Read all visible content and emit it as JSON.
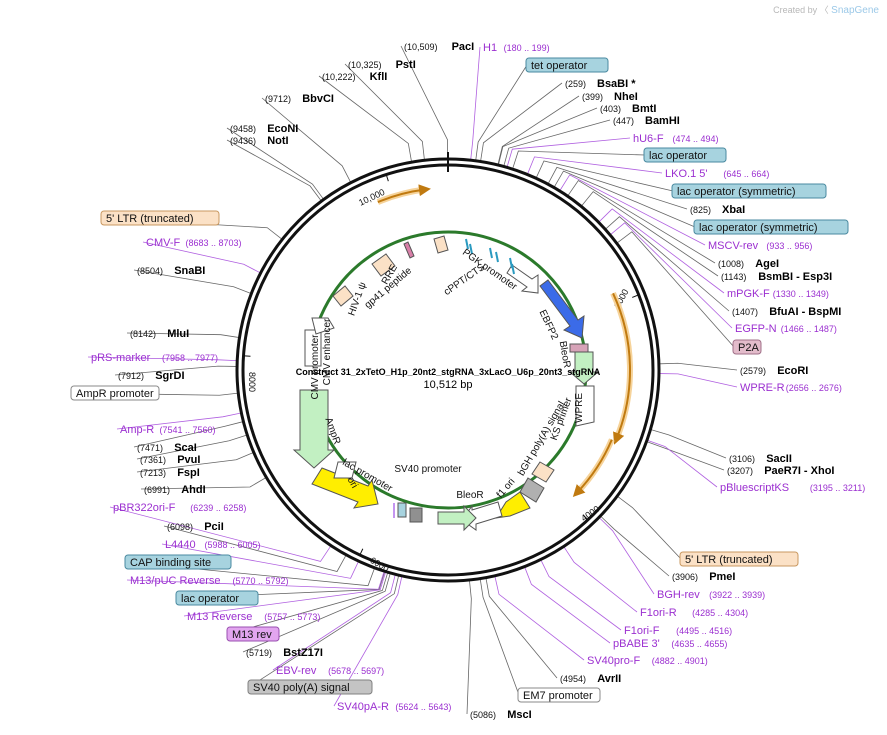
{
  "brand": {
    "created_by": "Created by",
    "app": "SnapGene"
  },
  "plasmid": {
    "name": "Construct 31_2xTetO_H1p_20nt2_stgRNA_3xLacO_U6p_20nt3_stgRNA",
    "length_label": "10,512 bp",
    "ticks": [
      "2000",
      "4000",
      "6000",
      "8000",
      "10,000"
    ]
  },
  "labels": [
    {
      "text": "PacI",
      "pos": "(10,509)",
      "kind": "enzyme"
    },
    {
      "text": "H1",
      "pos": "(180 .. 199)",
      "kind": "primer"
    },
    {
      "text": "tet operator",
      "pos": "",
      "kind": "box-blue"
    },
    {
      "text": "BsaBI  *",
      "pos": "(259)",
      "kind": "enzyme"
    },
    {
      "text": "NheI",
      "pos": "(399)",
      "kind": "enzyme"
    },
    {
      "text": "BmtI",
      "pos": "(403)",
      "kind": "enzyme"
    },
    {
      "text": "BamHI",
      "pos": "(447)",
      "kind": "enzyme"
    },
    {
      "text": "hU6-F",
      "pos": "(474 .. 494)",
      "kind": "primer"
    },
    {
      "text": "lac operator",
      "pos": "",
      "kind": "box-blue"
    },
    {
      "text": "LKO.1 5'",
      "pos": "(645 .. 664)",
      "kind": "primer"
    },
    {
      "text": "lac operator (symmetric)",
      "pos": "",
      "kind": "box-blue"
    },
    {
      "text": "XbaI",
      "pos": "(825)",
      "kind": "enzyme"
    },
    {
      "text": "lac operator (symmetric)",
      "pos": "",
      "kind": "box-blue"
    },
    {
      "text": "MSCV-rev",
      "pos": "(933 .. 956)",
      "kind": "primer"
    },
    {
      "text": "AgeI",
      "pos": "(1008)",
      "kind": "enzyme"
    },
    {
      "text": "BsmBI  - Esp3I",
      "pos": "(1143)",
      "kind": "enzyme"
    },
    {
      "text": "mPGK-F",
      "pos": "(1330 .. 1349)",
      "kind": "primer"
    },
    {
      "text": "BfuAI  - BspMI",
      "pos": "(1407)",
      "kind": "enzyme"
    },
    {
      "text": "EGFP-N",
      "pos": "(1466 .. 1487)",
      "kind": "primer"
    },
    {
      "text": "P2A",
      "pos": "",
      "kind": "box-pink"
    },
    {
      "text": "EcoRI",
      "pos": "(2579)",
      "kind": "enzyme"
    },
    {
      "text": "WPRE-R",
      "pos": "(2656 .. 2676)",
      "kind": "primer"
    },
    {
      "text": "SacII",
      "pos": "(3106)",
      "kind": "enzyme"
    },
    {
      "text": "PaeR7I  - XhoI",
      "pos": "(3207)",
      "kind": "enzyme"
    },
    {
      "text": "pBluescriptKS",
      "pos": "(3195 .. 3211)",
      "kind": "primer"
    },
    {
      "text": "5' LTR (truncated)",
      "pos": "",
      "kind": "box-orange"
    },
    {
      "text": "PmeI",
      "pos": "(3906)",
      "kind": "enzyme"
    },
    {
      "text": "BGH-rev",
      "pos": "(3922 .. 3939)",
      "kind": "primer"
    },
    {
      "text": "F1ori-R",
      "pos": "(4285 .. 4304)",
      "kind": "primer"
    },
    {
      "text": "F1ori-F",
      "pos": "(4495 .. 4516)",
      "kind": "primer"
    },
    {
      "text": "pBABE 3'",
      "pos": "(4635 .. 4655)",
      "kind": "primer"
    },
    {
      "text": "SV40pro-F",
      "pos": "(4882 .. 4901)",
      "kind": "primer"
    },
    {
      "text": "AvrII",
      "pos": "(4954)",
      "kind": "enzyme"
    },
    {
      "text": "EM7 promoter",
      "pos": "",
      "kind": "box-white"
    },
    {
      "text": "MscI",
      "pos": "(5086)",
      "kind": "enzyme"
    },
    {
      "text": "SV40pA-R",
      "pos": "(5624 .. 5643)",
      "kind": "primer"
    },
    {
      "text": "SV40 poly(A) signal",
      "pos": "",
      "kind": "box-gray"
    },
    {
      "text": "EBV-rev",
      "pos": "(5678 .. 5697)",
      "kind": "primer"
    },
    {
      "text": "BstZ17I",
      "pos": "(5719)",
      "kind": "enzyme"
    },
    {
      "text": "M13 rev",
      "pos": "",
      "kind": "box-violet"
    },
    {
      "text": "M13 Reverse",
      "pos": "(5757 .. 5773)",
      "kind": "primer"
    },
    {
      "text": "lac operator",
      "pos": "",
      "kind": "box-blue"
    },
    {
      "text": "M13/pUC Reverse",
      "pos": "(5770 .. 5792)",
      "kind": "primer"
    },
    {
      "text": "CAP binding site",
      "pos": "",
      "kind": "box-blue"
    },
    {
      "text": "L4440",
      "pos": "(5988 .. 6005)",
      "kind": "primer"
    },
    {
      "text": "PciI",
      "pos": "(6098)",
      "kind": "enzyme"
    },
    {
      "text": "pBR322ori-F",
      "pos": "(6239 .. 6258)",
      "kind": "primer"
    },
    {
      "text": "AhdI",
      "pos": "(6991)",
      "kind": "enzyme"
    },
    {
      "text": "FspI",
      "pos": "(7213)",
      "kind": "enzyme"
    },
    {
      "text": "PvuI",
      "pos": "(7361)",
      "kind": "enzyme"
    },
    {
      "text": "ScaI",
      "pos": "(7471)",
      "kind": "enzyme"
    },
    {
      "text": "Amp-R",
      "pos": "(7541 .. 7560)",
      "kind": "primer"
    },
    {
      "text": "AmpR promoter",
      "pos": "",
      "kind": "box-white"
    },
    {
      "text": "SgrDI",
      "pos": "(7912)",
      "kind": "enzyme"
    },
    {
      "text": "pRS-marker",
      "pos": "(7958 .. 7977)",
      "kind": "primer"
    },
    {
      "text": "MluI",
      "pos": "(8142)",
      "kind": "enzyme"
    },
    {
      "text": "SnaBI",
      "pos": "(8504)",
      "kind": "enzyme"
    },
    {
      "text": "CMV-F",
      "pos": "(8683 .. 8703)",
      "kind": "primer"
    },
    {
      "text": "5' LTR (truncated)",
      "pos": "",
      "kind": "box-orange"
    },
    {
      "text": "NotI",
      "pos": "(9436)",
      "kind": "enzyme"
    },
    {
      "text": "EcoNI",
      "pos": "(9458)",
      "kind": "enzyme"
    },
    {
      "text": "BbvCI",
      "pos": "(9712)",
      "kind": "enzyme"
    },
    {
      "text": "KflI",
      "pos": "(10,222)",
      "kind": "enzyme"
    },
    {
      "text": "PstI",
      "pos": "(10,325)",
      "kind": "enzyme"
    }
  ],
  "features": [
    {
      "text": "cPPT/CTS"
    },
    {
      "text": "PGK promoter"
    },
    {
      "text": "EBFP2"
    },
    {
      "text": "BleoR"
    },
    {
      "text": "WPRE"
    },
    {
      "text": "KS primer"
    },
    {
      "text": "bGH poly(A) signal"
    },
    {
      "text": "f1 ori"
    },
    {
      "text": "BleoR"
    },
    {
      "text": "SV40 promoter"
    },
    {
      "text": "lac promoter"
    },
    {
      "text": "ori"
    },
    {
      "text": "AmpR"
    },
    {
      "text": "CMV promoter"
    },
    {
      "text": "CMV enhancer"
    },
    {
      "text": "HIV-1 ψ"
    },
    {
      "text": "RRE"
    },
    {
      "text": "gp41 peptide"
    }
  ],
  "colors": {
    "enzyme": "#000000",
    "primer": "#9b2fd0",
    "box_blue": "#a7d3df",
    "box_orange": "#fbe1c6",
    "box_pink": "#e3bccb",
    "box_gray": "#c4c4c4",
    "box_violet": "#e2a5ef",
    "lentiviral_arc": "#f0a438"
  }
}
